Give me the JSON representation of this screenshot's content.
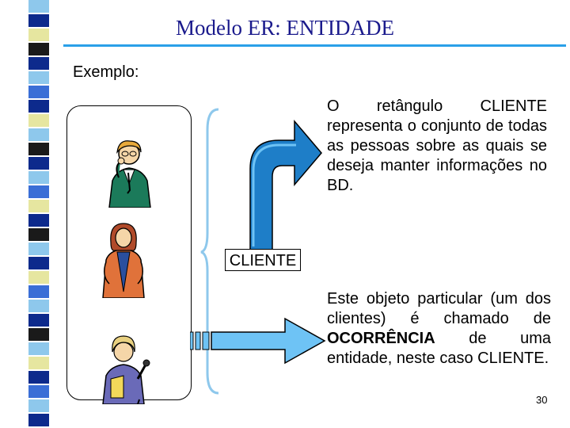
{
  "slide": {
    "title": "Modelo ER: ENTIDADE",
    "example_label": "Exemplo:",
    "entity_label": "CLIENTE",
    "description_set": "O retângulo CLIENTE representa o conjunto de todas as pessoas sobre as quais se deseja manter informações no BD.",
    "description_occurrence": {
      "before": "Este objeto particular (um dos clientes) é chamado de ",
      "emphasis": "OCORRÊNCIA",
      "after": " de uma entidade, neste caso CLIENTE."
    },
    "page_number": "30"
  },
  "colors": {
    "title": "#1a1a8c",
    "rule": "#2aa0e8",
    "arrow_fill": "#1e7ec8",
    "arrow_light": "#6ec3f5",
    "brace": "#8ec8ec",
    "strip_palette": [
      "#0d2a8c",
      "#8ec8ec",
      "#e6e6a0",
      "#1a1a1a",
      "#3a6ed6"
    ]
  },
  "icons": [
    "person-thinking-icon",
    "person-standing-icon",
    "person-microphone-icon",
    "bent-arrow-icon",
    "right-arrow-icon",
    "brace-icon"
  ]
}
